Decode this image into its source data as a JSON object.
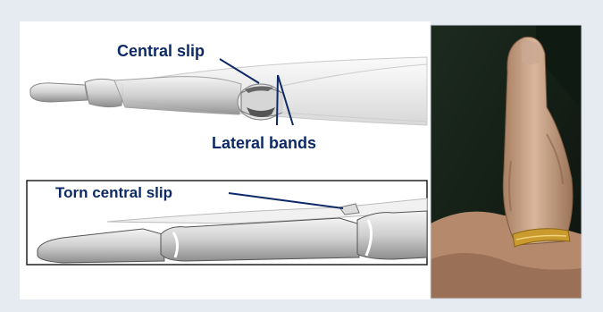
{
  "labels": {
    "central_slip": "Central slip",
    "lateral_bands": "Lateral bands",
    "torn_central_slip": "Torn central slip"
  },
  "colors": {
    "background": "#e6ebf1",
    "panel": "#ffffff",
    "label_text": "#0d2a66",
    "leader_line": "#0d2a66"
  },
  "images": {
    "top_diagram": "finger-extensor-anatomy-illustration",
    "bottom_diagram": "finger-bones-torn-central-slip-illustration",
    "photo": "swollen-finger-with-ring-photo"
  }
}
